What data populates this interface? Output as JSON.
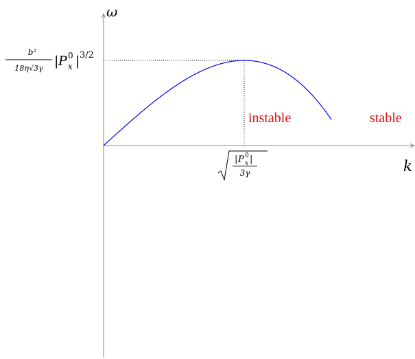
{
  "axes": {
    "y_label": "ω",
    "x_label": "k"
  },
  "peak": {
    "y_label": {
      "numerator": "b²",
      "denominator": "18η√3γ",
      "abs_var": "P",
      "abs_sub": "x",
      "abs_sup": "0",
      "power": "3/2"
    },
    "x_label": {
      "abs_var": "P",
      "abs_sub": "x",
      "abs_sup": "0",
      "denominator": "3γ"
    }
  },
  "regions": {
    "left": "instable",
    "right": "stable"
  },
  "colors": {
    "curve": "#0000ff",
    "region_text": "#e01010",
    "axis": "#8a8a8a"
  },
  "curve": {
    "description_fn": "cubic",
    "x_range": [
      0,
      1.62
    ],
    "peak_x": 1,
    "peak_y": 1,
    "zero_x": 1.732
  }
}
